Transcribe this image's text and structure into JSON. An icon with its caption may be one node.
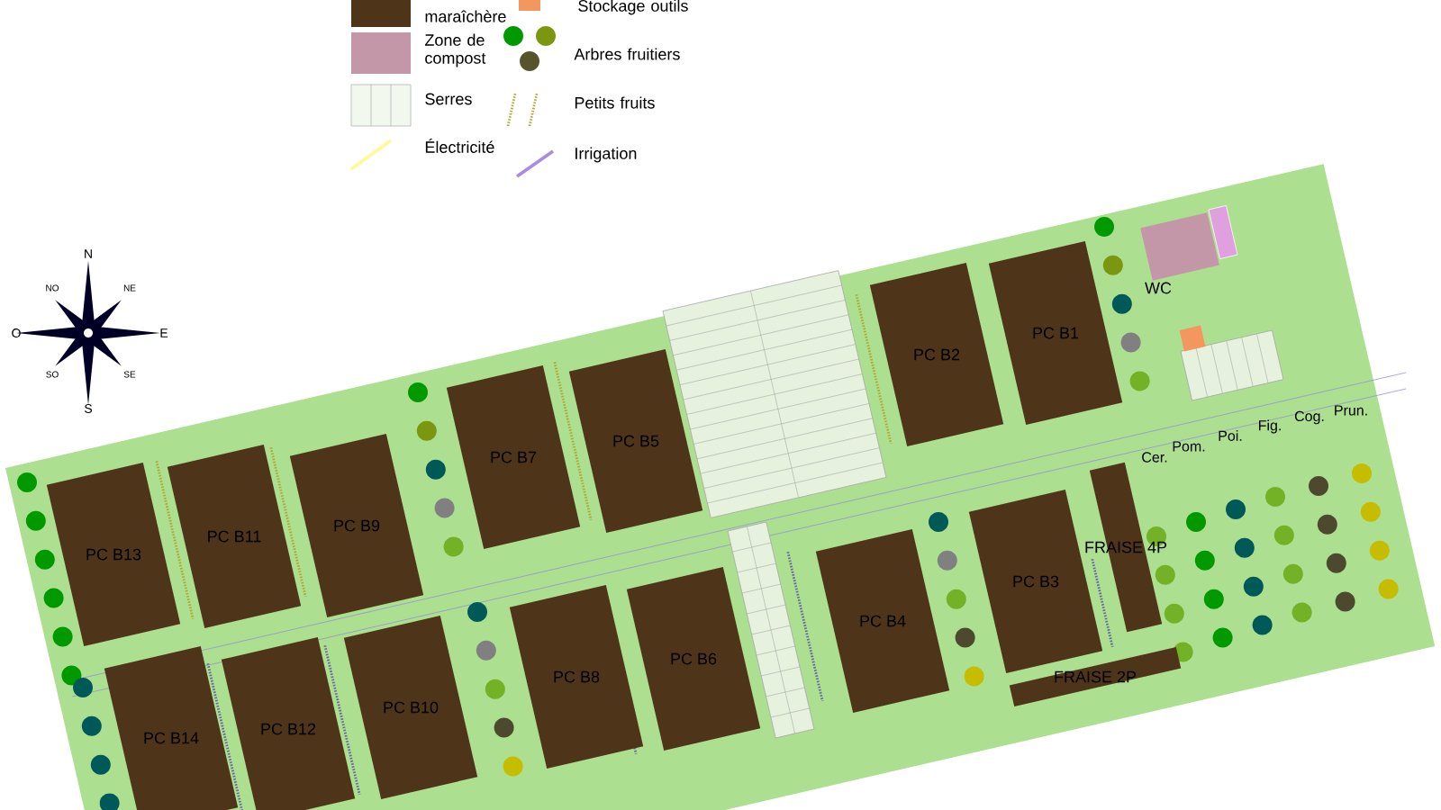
{
  "diagram": {
    "nodes": [
      {
        "text": [
          "PC B13"
        ]
      },
      {
        "text": [
          "PC B11"
        ]
      },
      {
        "text": [
          "PC B9"
        ]
      },
      {
        "text": [
          "PC B7"
        ]
      },
      {
        "text": [
          "PC B5"
        ]
      },
      {
        "text": [
          "PC B2"
        ]
      },
      {
        "text": [
          "PC B1"
        ]
      },
      {
        "text": [
          "PC B14"
        ]
      },
      {
        "text": [
          "PC B12"
        ]
      },
      {
        "text": [
          "PC B10"
        ]
      },
      {
        "text": [
          "PC B8"
        ]
      },
      {
        "text": [
          "PC B6"
        ]
      },
      {
        "text": [
          "PC B4"
        ]
      },
      {
        "text": [
          "PC B3"
        ]
      },
      {
        "text": [
          "FRAISE 4P"
        ]
      },
      {
        "text": [
          "FRAISE 2P"
        ]
      },
      {
        "text": [],
        "shape": "box",
        "beside": [
          "WC"
        ]
      }
    ],
    "labels": [
      "N",
      "NO",
      "NE",
      "O",
      "E",
      "SO",
      "SE",
      "S",
      "Cer.",
      "Pom.",
      "Poi.",
      "Fig.",
      "Cog.",
      "Prun."
    ],
    "legend": [
      {
        "text": "maraîchère",
        "color": "#4e3519"
      },
      {
        "text": "Zone de compost",
        "color": "#c497a8"
      },
      {
        "text": "Serres"
      },
      {
        "text": "Électricité"
      },
      {
        "text": "Stockage outils",
        "color": "#f4975e"
      },
      {
        "text": "Arbres fruitiers"
      },
      {
        "text": "Petits fruits"
      },
      {
        "text": "Irrigation"
      }
    ]
  }
}
